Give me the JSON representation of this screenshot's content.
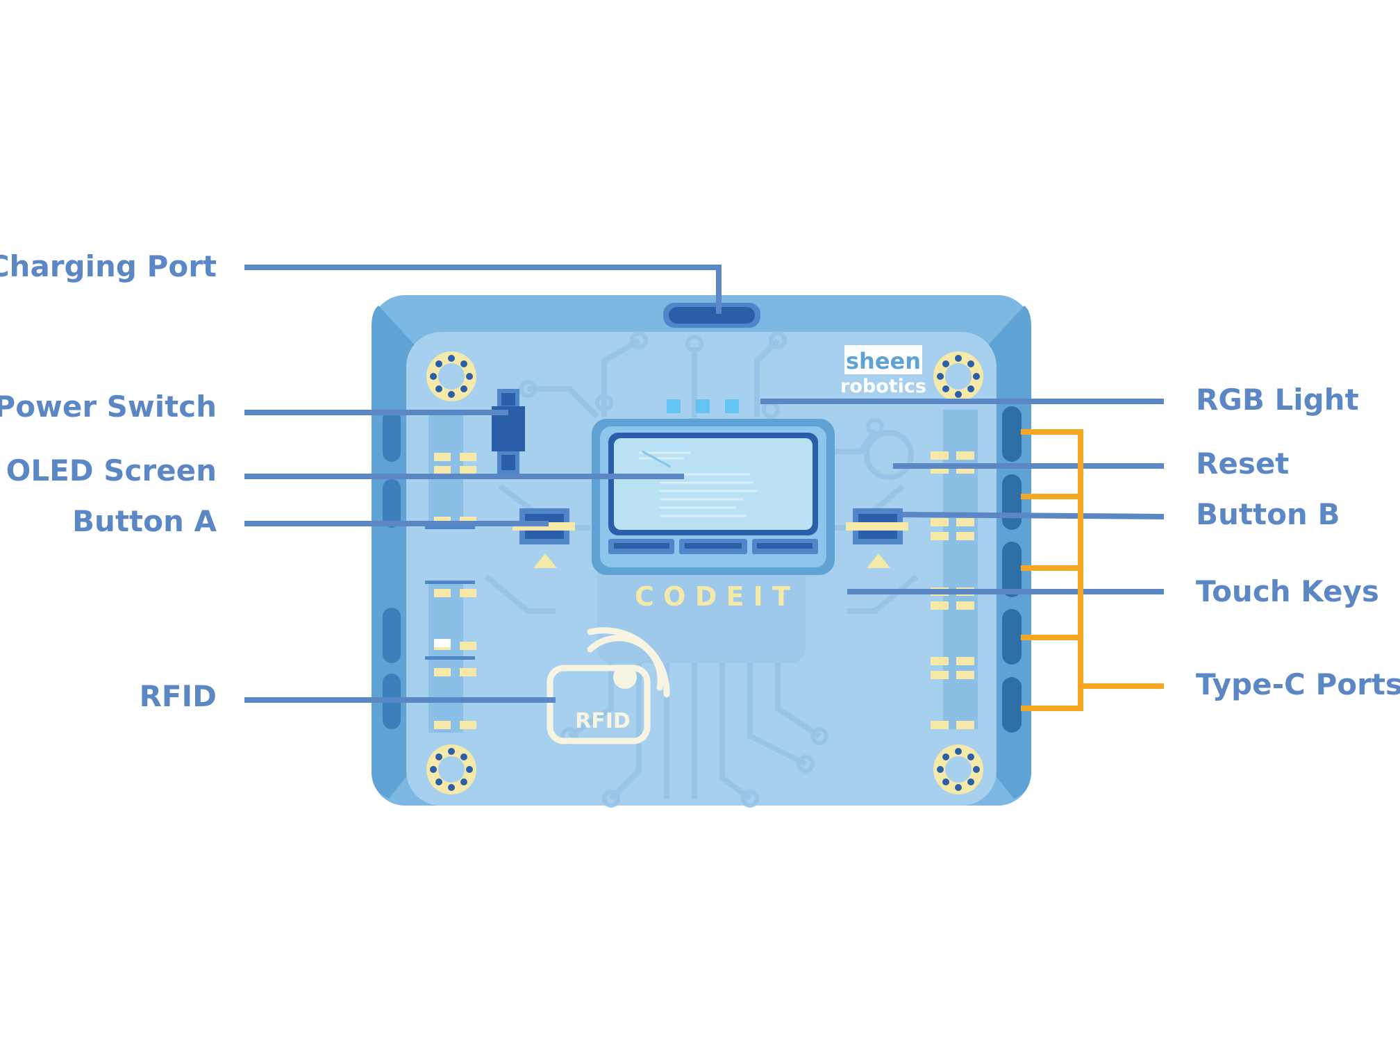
{
  "colors": {
    "label": "#5b87c5",
    "leader": "#5b87c5",
    "bracket": "#f5a623",
    "board_outer": "#7db8e2",
    "board_inner": "#a7cfee",
    "dark_blue": "#2a5ea8",
    "accent_yellow": "#f4e9a8"
  },
  "labels": {
    "charging_port": "Charging Port",
    "power_switch": "Power Switch",
    "oled_screen": "OLED Screen",
    "button_a": "Button A",
    "rfid": "RFID",
    "rgb_light": "RGB Light",
    "reset": "Reset",
    "button_b": "Button B",
    "touch_keys": "Touch Keys",
    "type_c_ports": "Type-C Ports"
  },
  "board": {
    "brand_top": "sheen",
    "brand_bottom": "robotics",
    "silkscreen": "C O D E I T",
    "rfid_tag": "RFID"
  },
  "icons": {
    "mount_hole": "mount-hole-icon",
    "button_arrow": "triangle-up-icon",
    "rfid_waves": "rfid-waves-icon"
  }
}
